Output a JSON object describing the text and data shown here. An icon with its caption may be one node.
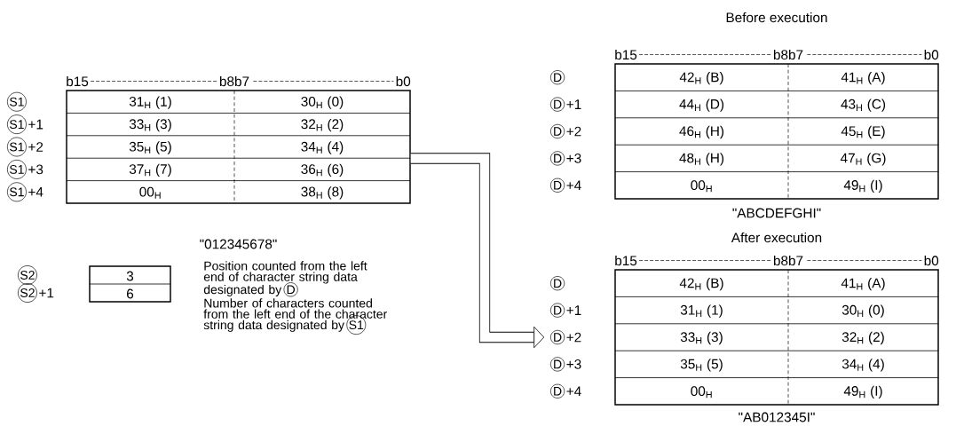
{
  "diagram": {
    "nodes": [
      {
        "text": [
          "31$_{H}$ (1)",
          "30$_{H}$ (0)",
          "33$_{H}$ (3)",
          "32$_{H}$ (2)",
          "35$_{H}$ (5)",
          "34$_{H}$ (4)",
          "37$_{H}$ (7)",
          "36$_{H}$ (6)",
          "00$_{H}$",
          "38$_{H}$ (8)"
        ],
        "beside": [
          "b15",
          "b8b7",
          "b0",
          "S1",
          "S1",
          "+1",
          "S1",
          "+2",
          "S1",
          "+3",
          "S1",
          "+4",
          "\"012345678\""
        ]
      },
      {
        "text": [
          "3",
          "6"
        ],
        "beside": [
          "S2",
          "S2",
          "+1"
        ]
      },
      {
        "text": [
          "42$_{H}$ (B)",
          "41$_{H}$ (A)",
          "44$_{H}$ (D)",
          "43$_{H}$ (C)",
          "46$_{H}$ (H)",
          "45$_{H}$ (E)",
          "48$_{H}$ (H)",
          "47$_{H}$ (G)",
          "00$_{H}$",
          "49$_{H}$ (I)"
        ],
        "beside": [
          "Before execution",
          "b15",
          "b8b7",
          "b0",
          "D",
          "D",
          "+1",
          "D",
          "+2",
          "D",
          "+3",
          "D",
          "+4",
          "\"ABCDEFGHI\""
        ]
      },
      {
        "text": [
          "42$_{H}$ (B)",
          "41$_{H}$ (A)",
          "31$_{H}$ (1)",
          "30$_{H}$ (0)",
          "33$_{H}$ (3)",
          "32$_{H}$ (2)",
          "35$_{H}$ (5)",
          "34$_{H}$ (4)",
          "00$_{H}$",
          "49$_{H}$ (I)"
        ],
        "beside": [
          "After execution",
          "b15",
          "b8b7",
          "b0",
          "D",
          "D",
          "+1",
          "D",
          "+2",
          "D",
          "+3",
          "D",
          "+4",
          "\"AB012345I\""
        ]
      }
    ],
    "edges": [
      {
        "from": 0,
        "to": 3,
        "arrow": "to"
      }
    ],
    "labels": [
      "Position counted from the left end of character string data designated by",
      "D",
      "Number of characters counted from the left end of the character string data designated by",
      "S1"
    ]
  }
}
